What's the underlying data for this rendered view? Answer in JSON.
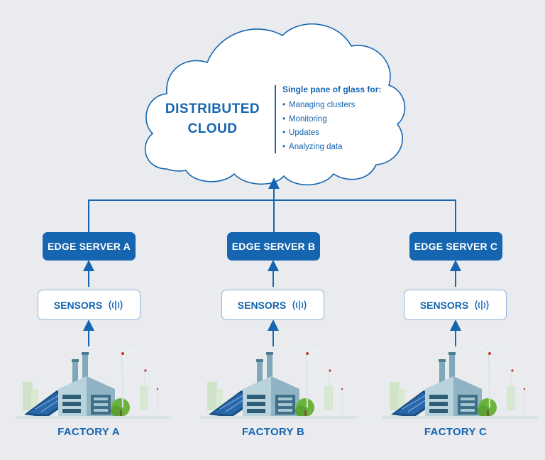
{
  "cloud": {
    "title_line1": "DISTRIBUTED",
    "title_line2": "CLOUD",
    "info_header": "Single pane of glass for:",
    "info_items": [
      "Managing clusters",
      "Monitoring",
      "Updates",
      "Analyzing data"
    ]
  },
  "edges": [
    {
      "label": "EDGE SERVER A"
    },
    {
      "label": "EDGE SERVER B"
    },
    {
      "label": "EDGE SERVER C"
    }
  ],
  "sensors": [
    {
      "label": "SENSORS",
      "icon": "wireless-signal-icon"
    },
    {
      "label": "SENSORS",
      "icon": "wireless-signal-icon"
    },
    {
      "label": "SENSORS",
      "icon": "wireless-signal-icon"
    }
  ],
  "factories": [
    {
      "label": "FACTORY A"
    },
    {
      "label": "FACTORY B"
    },
    {
      "label": "FACTORY C"
    }
  ],
  "colors": {
    "accent": "#1565b0",
    "background": "#e9ebee",
    "sensor_border": "#90b4dc"
  }
}
